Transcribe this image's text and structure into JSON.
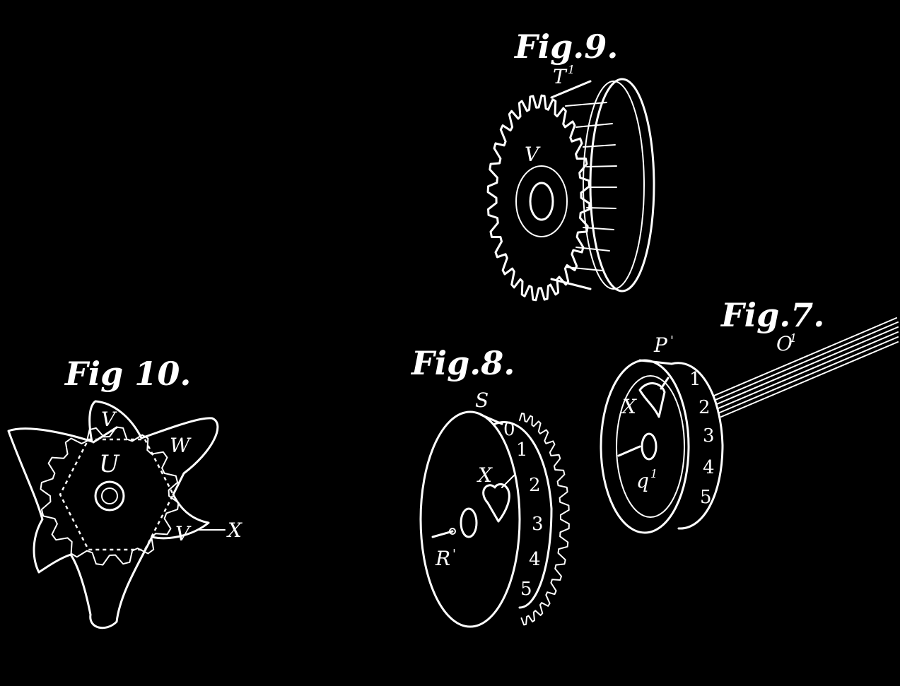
{
  "fig9": {
    "title": "Fig.9.",
    "label_t": "T",
    "label_t_sup": "1",
    "label_v": "V"
  },
  "fig10": {
    "title": "Fig 10.",
    "label_v_top": "V",
    "label_w": "W",
    "label_u": "U",
    "label_v_right": "V",
    "label_x": "X"
  },
  "fig8": {
    "title": "Fig.8.",
    "label_s": "S",
    "label_x": "X",
    "label_r": "R",
    "label_r_sup": "'",
    "digits": [
      "0",
      "1",
      "2",
      "3",
      "4",
      "5"
    ]
  },
  "fig7": {
    "title": "Fig.7.",
    "label_p": "P",
    "label_p_sup": "'",
    "label_o": "O",
    "label_o_sup": "1",
    "label_x": "X",
    "label_q": "q",
    "label_q_sup": "1",
    "digits": [
      "1",
      "2",
      "3",
      "4",
      "5"
    ]
  }
}
